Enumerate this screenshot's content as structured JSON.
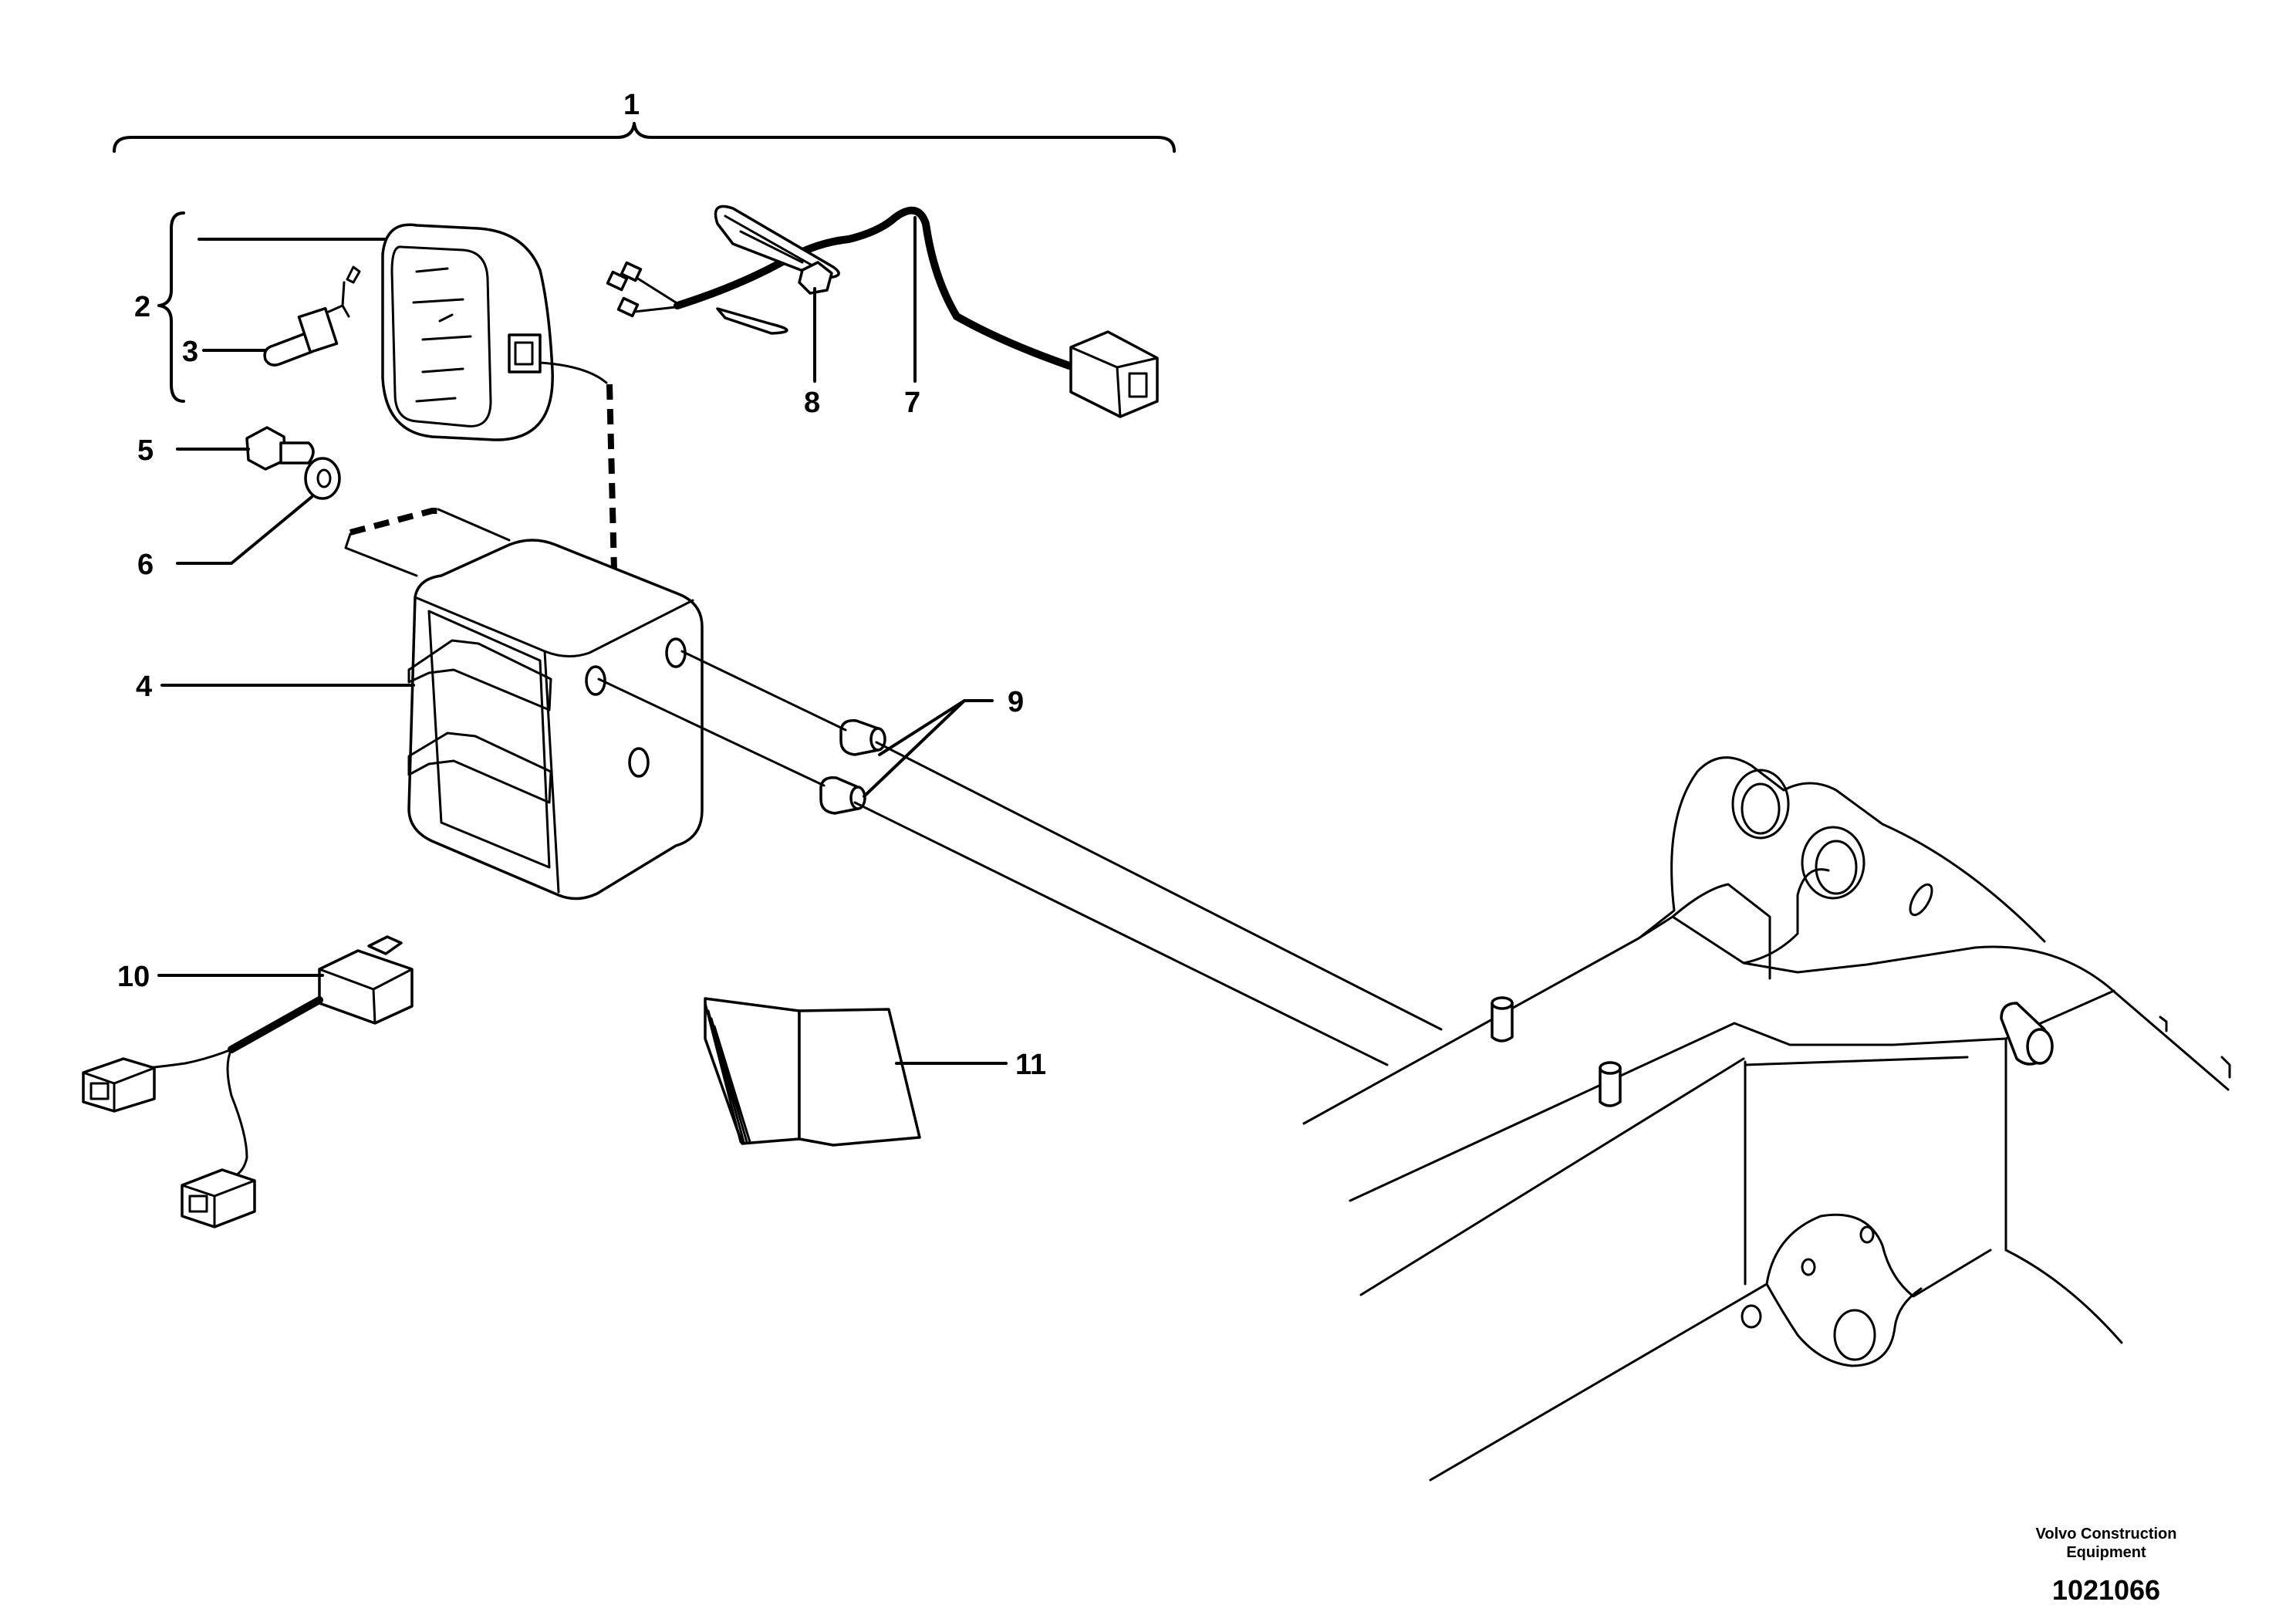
{
  "callouts": {
    "c1": "1",
    "c2": "2",
    "c3": "3",
    "c4": "4",
    "c5": "5",
    "c6": "6",
    "c7": "7",
    "c8": "8",
    "c9": "9",
    "c10": "10",
    "c11": "11"
  },
  "footer": {
    "company_line1": "Volvo Construction",
    "company_line2": "Equipment",
    "drawing_number": "1021066"
  }
}
